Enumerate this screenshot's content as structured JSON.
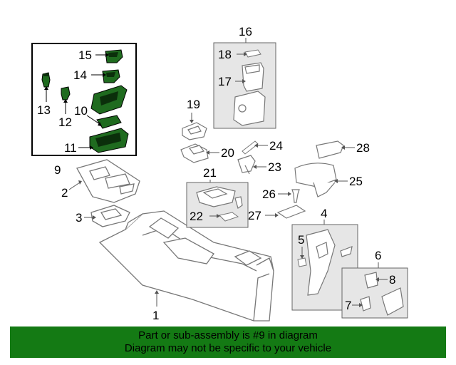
{
  "callouts": {
    "c1": "1",
    "c2": "2",
    "c3": "3",
    "c4": "4",
    "c5": "5",
    "c6": "6",
    "c7": "7",
    "c8": "8",
    "c9": "9",
    "c10": "10",
    "c11": "11",
    "c12": "12",
    "c13": "13",
    "c14": "14",
    "c15": "15",
    "c16": "16",
    "c17": "17",
    "c18": "18",
    "c19": "19",
    "c20": "20",
    "c21": "21",
    "c22": "22",
    "c23": "23",
    "c24": "24",
    "c25": "25",
    "c26": "26",
    "c27": "27",
    "c28": "28"
  },
  "footer": {
    "line1": "Part or sub-assembly is #9 in diagram",
    "line2": "Diagram may not be specific to your vehicle"
  },
  "colors": {
    "highlight_part": "#1f6b1f",
    "footer_bg": "#147a14",
    "group_box": "#e6e6e6"
  }
}
